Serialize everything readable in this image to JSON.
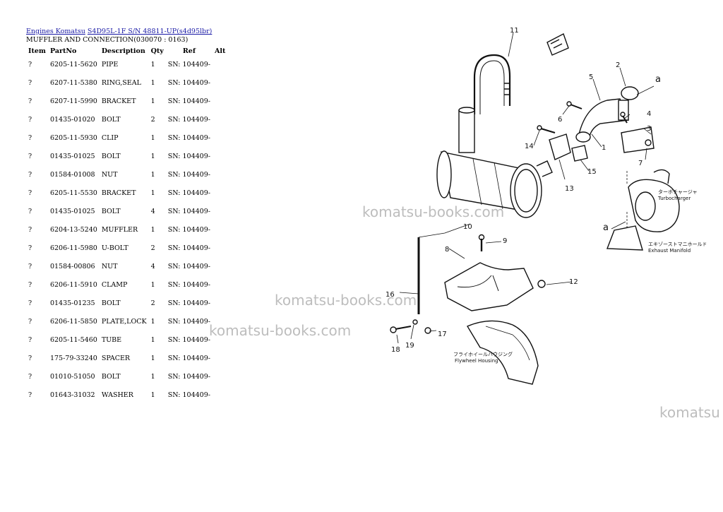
{
  "breadcrumb": {
    "link1": "Engines Komatsu",
    "link2": "S4D95L-1F S/N 48811-UP(s4d95lbr)"
  },
  "subtitle": "MUFFLER AND CONNECTION(030070 : 0163)",
  "table": {
    "headers": [
      "Item",
      "PartNo",
      "Description",
      "Qty",
      "Ref",
      "Alt"
    ],
    "rows": [
      [
        "?",
        "6205-11-5620",
        "PIPE",
        "1",
        "SN: 104409-",
        ""
      ],
      [
        "?",
        "6207-11-5380",
        "RING,SEAL",
        "1",
        "SN: 104409-",
        ""
      ],
      [
        "?",
        "6207-11-5990",
        "BRACKET",
        "1",
        "SN: 104409-",
        ""
      ],
      [
        "?",
        "01435-01020",
        "BOLT",
        "2",
        "SN: 104409-",
        ""
      ],
      [
        "?",
        "6205-11-5930",
        "CLIP",
        "1",
        "SN: 104409-",
        ""
      ],
      [
        "?",
        "01435-01025",
        "BOLT",
        "1",
        "SN: 104409-",
        ""
      ],
      [
        "?",
        "01584-01008",
        "NUT",
        "1",
        "SN: 104409-",
        ""
      ],
      [
        "?",
        "6205-11-5530",
        "BRACKET",
        "1",
        "SN: 104409-",
        ""
      ],
      [
        "?",
        "01435-01025",
        "BOLT",
        "4",
        "SN: 104409-",
        ""
      ],
      [
        "?",
        "6204-13-5240",
        "MUFFLER",
        "1",
        "SN: 104409-",
        ""
      ],
      [
        "?",
        "6206-11-5980",
        "U-BOLT",
        "2",
        "SN: 104409-",
        ""
      ],
      [
        "?",
        "01584-00806",
        "NUT",
        "4",
        "SN: 104409-",
        ""
      ],
      [
        "?",
        "6206-11-5910",
        "CLAMP",
        "1",
        "SN: 104409-",
        ""
      ],
      [
        "?",
        "01435-01235",
        "BOLT",
        "2",
        "SN: 104409-",
        ""
      ],
      [
        "?",
        "6206-11-5850",
        "PLATE,LOCK",
        "1",
        "SN: 104409-",
        ""
      ],
      [
        "?",
        "6205-11-5460",
        "TUBE",
        "1",
        "SN: 104409-",
        ""
      ],
      [
        "?",
        "175-79-33240",
        "SPACER",
        "1",
        "SN: 104409-",
        ""
      ],
      [
        "?",
        "01010-51050",
        "BOLT",
        "1",
        "SN: 104409-",
        ""
      ],
      [
        "?",
        "01643-31032",
        "WASHER",
        "1",
        "SN: 104409-",
        ""
      ]
    ]
  },
  "watermarks": [
    "komatsu-books.com",
    "komatsu-books.com",
    "komatsu-books.com",
    "komatsu"
  ],
  "diagram": {
    "callouts": [
      "11",
      "2",
      "a",
      "5",
      "6",
      "4",
      "3",
      "14",
      "1",
      "7",
      "13",
      "15",
      "a",
      "10",
      "9",
      "8",
      "12",
      "16",
      "17",
      "18",
      "19"
    ],
    "annotations": {
      "turbo_jp": "ターボチャージャ",
      "turbo": "Turbocharger",
      "manifold_jp": "エキゾーストマニホールド",
      "manifold": "Exhaust Manifold",
      "flywheel_jp": "フライホイールハウジング",
      "flywheel": "Flywheel Housing"
    }
  }
}
